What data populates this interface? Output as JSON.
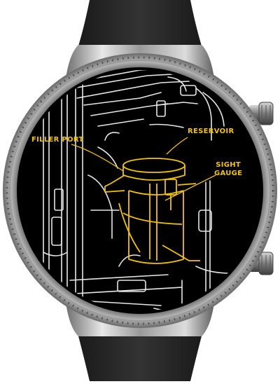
{
  "watch_face": {
    "labels": {
      "filler_port": "FILLER PORT",
      "reservoir": "RESERVOIR",
      "sight_line1": "SIGHT",
      "sight_line2": "GAUGE"
    }
  },
  "colors": {
    "strap": "#262626",
    "bezel": "#8e8e8e",
    "dial": "#000000",
    "line_art": "#e8e8e8",
    "highlight": "#f2c300"
  },
  "icons": {
    "top_button": "crown-button",
    "bottom_button": "crown-button"
  }
}
